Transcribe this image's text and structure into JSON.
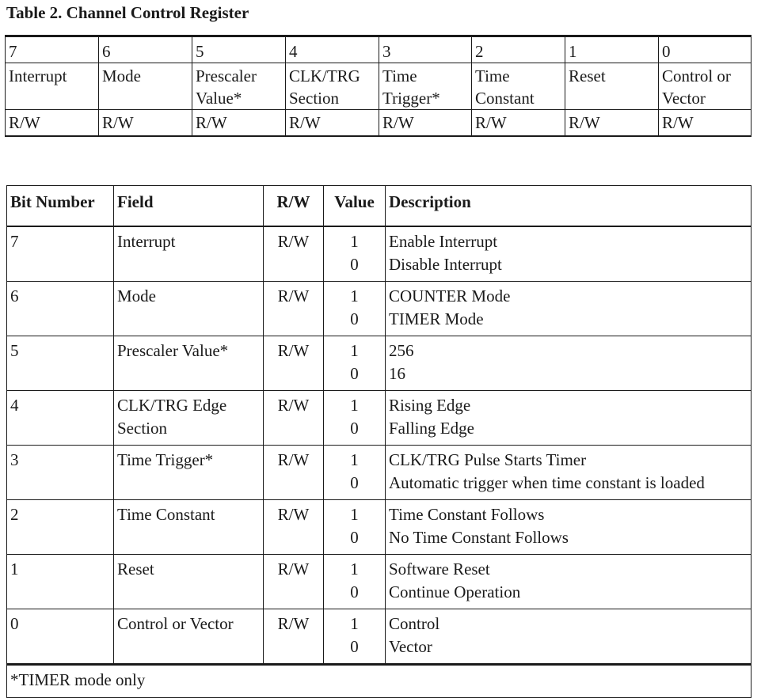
{
  "title": "Table 2. Channel Control Register",
  "register": {
    "bits": [
      "7",
      "6",
      "5",
      "4",
      "3",
      "2",
      "1",
      "0"
    ],
    "names": [
      [
        "Interrupt"
      ],
      [
        "Mode"
      ],
      [
        "Prescaler",
        "Value*"
      ],
      [
        "CLK/TRG",
        "Section"
      ],
      [
        "Time",
        "Trigger*"
      ],
      [
        "Time",
        "Constant"
      ],
      [
        "Reset"
      ],
      [
        "Control or",
        "Vector"
      ]
    ],
    "access": [
      "R/W",
      "R/W",
      "R/W",
      "R/W",
      "R/W",
      "R/W",
      "R/W",
      "R/W"
    ]
  },
  "fields": {
    "headers": [
      "Bit Number",
      "Field",
      "R/W",
      "Value",
      "Description"
    ],
    "rows": [
      {
        "bit": "7",
        "field": [
          "Interrupt"
        ],
        "rw": "R/W",
        "values": [
          "1",
          "0"
        ],
        "desc": [
          "Enable Interrupt",
          "Disable Interrupt"
        ]
      },
      {
        "bit": "6",
        "field": [
          "Mode"
        ],
        "rw": "R/W",
        "values": [
          "1",
          "0"
        ],
        "desc": [
          "COUNTER Mode",
          "TIMER Mode"
        ]
      },
      {
        "bit": "5",
        "field": [
          "Prescaler Value*"
        ],
        "rw": "R/W",
        "values": [
          "1",
          "0"
        ],
        "desc": [
          "256",
          "16"
        ]
      },
      {
        "bit": "4",
        "field": [
          "CLK/TRG Edge",
          "Section"
        ],
        "rw": "R/W",
        "values": [
          "1",
          "0"
        ],
        "desc": [
          "Rising Edge",
          "Falling Edge"
        ]
      },
      {
        "bit": "3",
        "field": [
          "Time Trigger*"
        ],
        "rw": "R/W",
        "values": [
          "1",
          "0"
        ],
        "desc": [
          "CLK/TRG Pulse Starts Timer",
          "Automatic trigger when time constant is loaded"
        ]
      },
      {
        "bit": "2",
        "field": [
          "Time Constant"
        ],
        "rw": "R/W",
        "values": [
          "1",
          "0"
        ],
        "desc": [
          "Time Constant Follows",
          "No Time Constant Follows"
        ]
      },
      {
        "bit": "1",
        "field": [
          "Reset"
        ],
        "rw": "R/W",
        "values": [
          "1",
          "0"
        ],
        "desc": [
          "Software Reset",
          "Continue Operation"
        ]
      },
      {
        "bit": "0",
        "field": [
          "Control or Vector"
        ],
        "rw": "R/W",
        "values": [
          "1",
          "0"
        ],
        "desc": [
          "Control",
          "Vector"
        ]
      }
    ],
    "footnote": "*TIMER mode only"
  }
}
